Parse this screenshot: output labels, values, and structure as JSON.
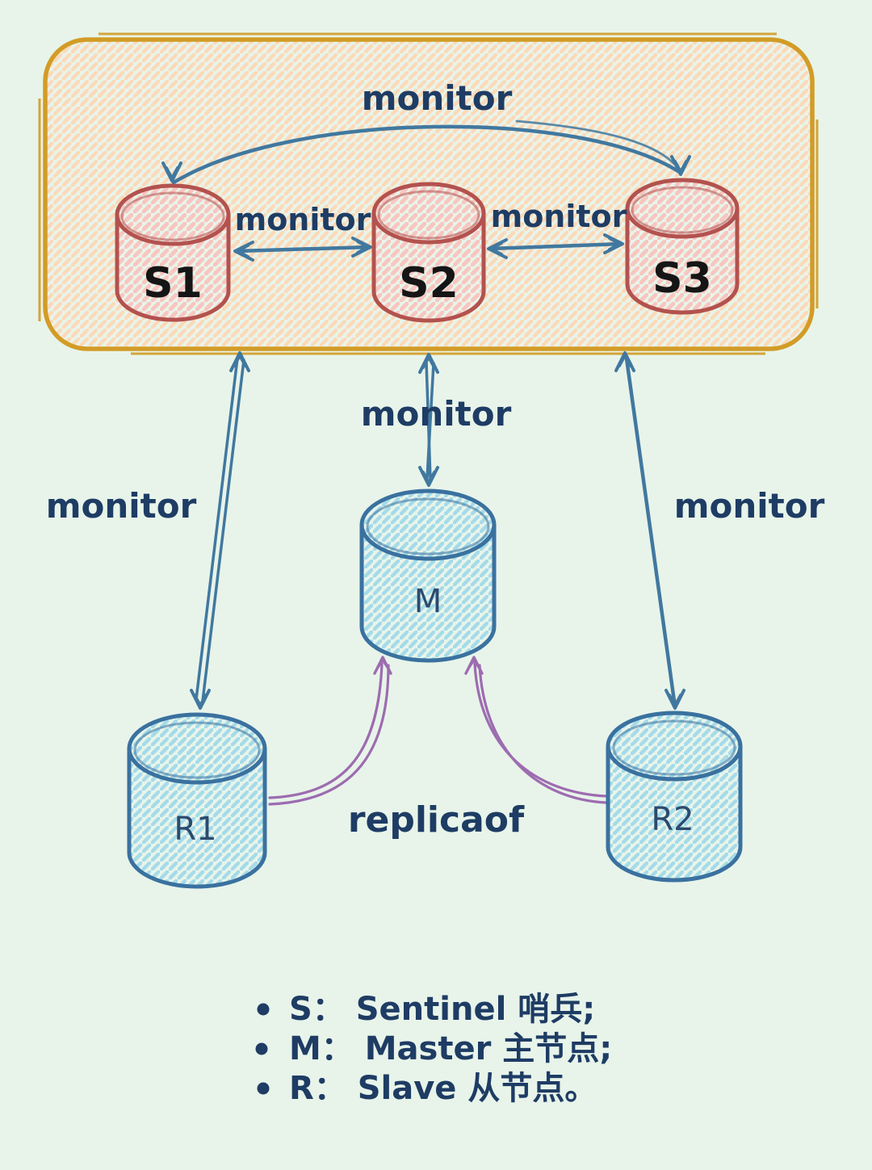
{
  "colors": {
    "background": "#e8f4ea",
    "box_border": "#d29c26",
    "box_fill_hatch": "#fcd9b8",
    "sentinel_border": "#b3524e",
    "sentinel_fill_hatch": "#f8c6c0",
    "sentinel_label_text": "#151515",
    "node_border": "#3a719f",
    "node_fill_hatch": "#a5dbe9",
    "node_label_text": "#2c4a6e",
    "monitor_arrow": "#41789f",
    "replica_arrow": "#9d6cb0",
    "label_text": "#1e3c64"
  },
  "nodes": {
    "s1": {
      "label": "S1",
      "type": "sentinel"
    },
    "s2": {
      "label": "S2",
      "type": "sentinel"
    },
    "s3": {
      "label": "S3",
      "type": "sentinel"
    },
    "m": {
      "label": "M",
      "type": "master"
    },
    "r1": {
      "label": "R1",
      "type": "replica"
    },
    "r2": {
      "label": "R2",
      "type": "replica"
    }
  },
  "labels": {
    "monitor_top": "monitor",
    "monitor_s1_s2": "monitor",
    "monitor_s2_s3": "monitor",
    "monitor_master": "monitor",
    "monitor_r1": "monitor",
    "monitor_r2": "monitor",
    "replicaof": "replicaof"
  },
  "edges": [
    {
      "from": "S1",
      "to": "S3",
      "label": "monitor",
      "style": "blue-arc-double-head"
    },
    {
      "from": "S1",
      "to": "S2",
      "label": "monitor",
      "style": "blue-double-head"
    },
    {
      "from": "S2",
      "to": "S3",
      "label": "monitor",
      "style": "blue-double-head"
    },
    {
      "from": "sentinel-box",
      "to": "M",
      "label": "monitor",
      "style": "blue-double-head"
    },
    {
      "from": "sentinel-box",
      "to": "R1",
      "label": "monitor",
      "style": "blue-double-head"
    },
    {
      "from": "sentinel-box",
      "to": "R2",
      "label": "monitor",
      "style": "blue-double-head"
    },
    {
      "from": "R1",
      "to": "M",
      "label": "replicaof",
      "style": "purple-curve"
    },
    {
      "from": "R2",
      "to": "M",
      "label": "replicaof",
      "style": "purple-curve"
    }
  ],
  "legend": {
    "items": [
      {
        "text": "S： Sentinel 哨兵;"
      },
      {
        "text": "M： Master 主节点;"
      },
      {
        "text": "R： Slave 从节点。"
      }
    ]
  }
}
